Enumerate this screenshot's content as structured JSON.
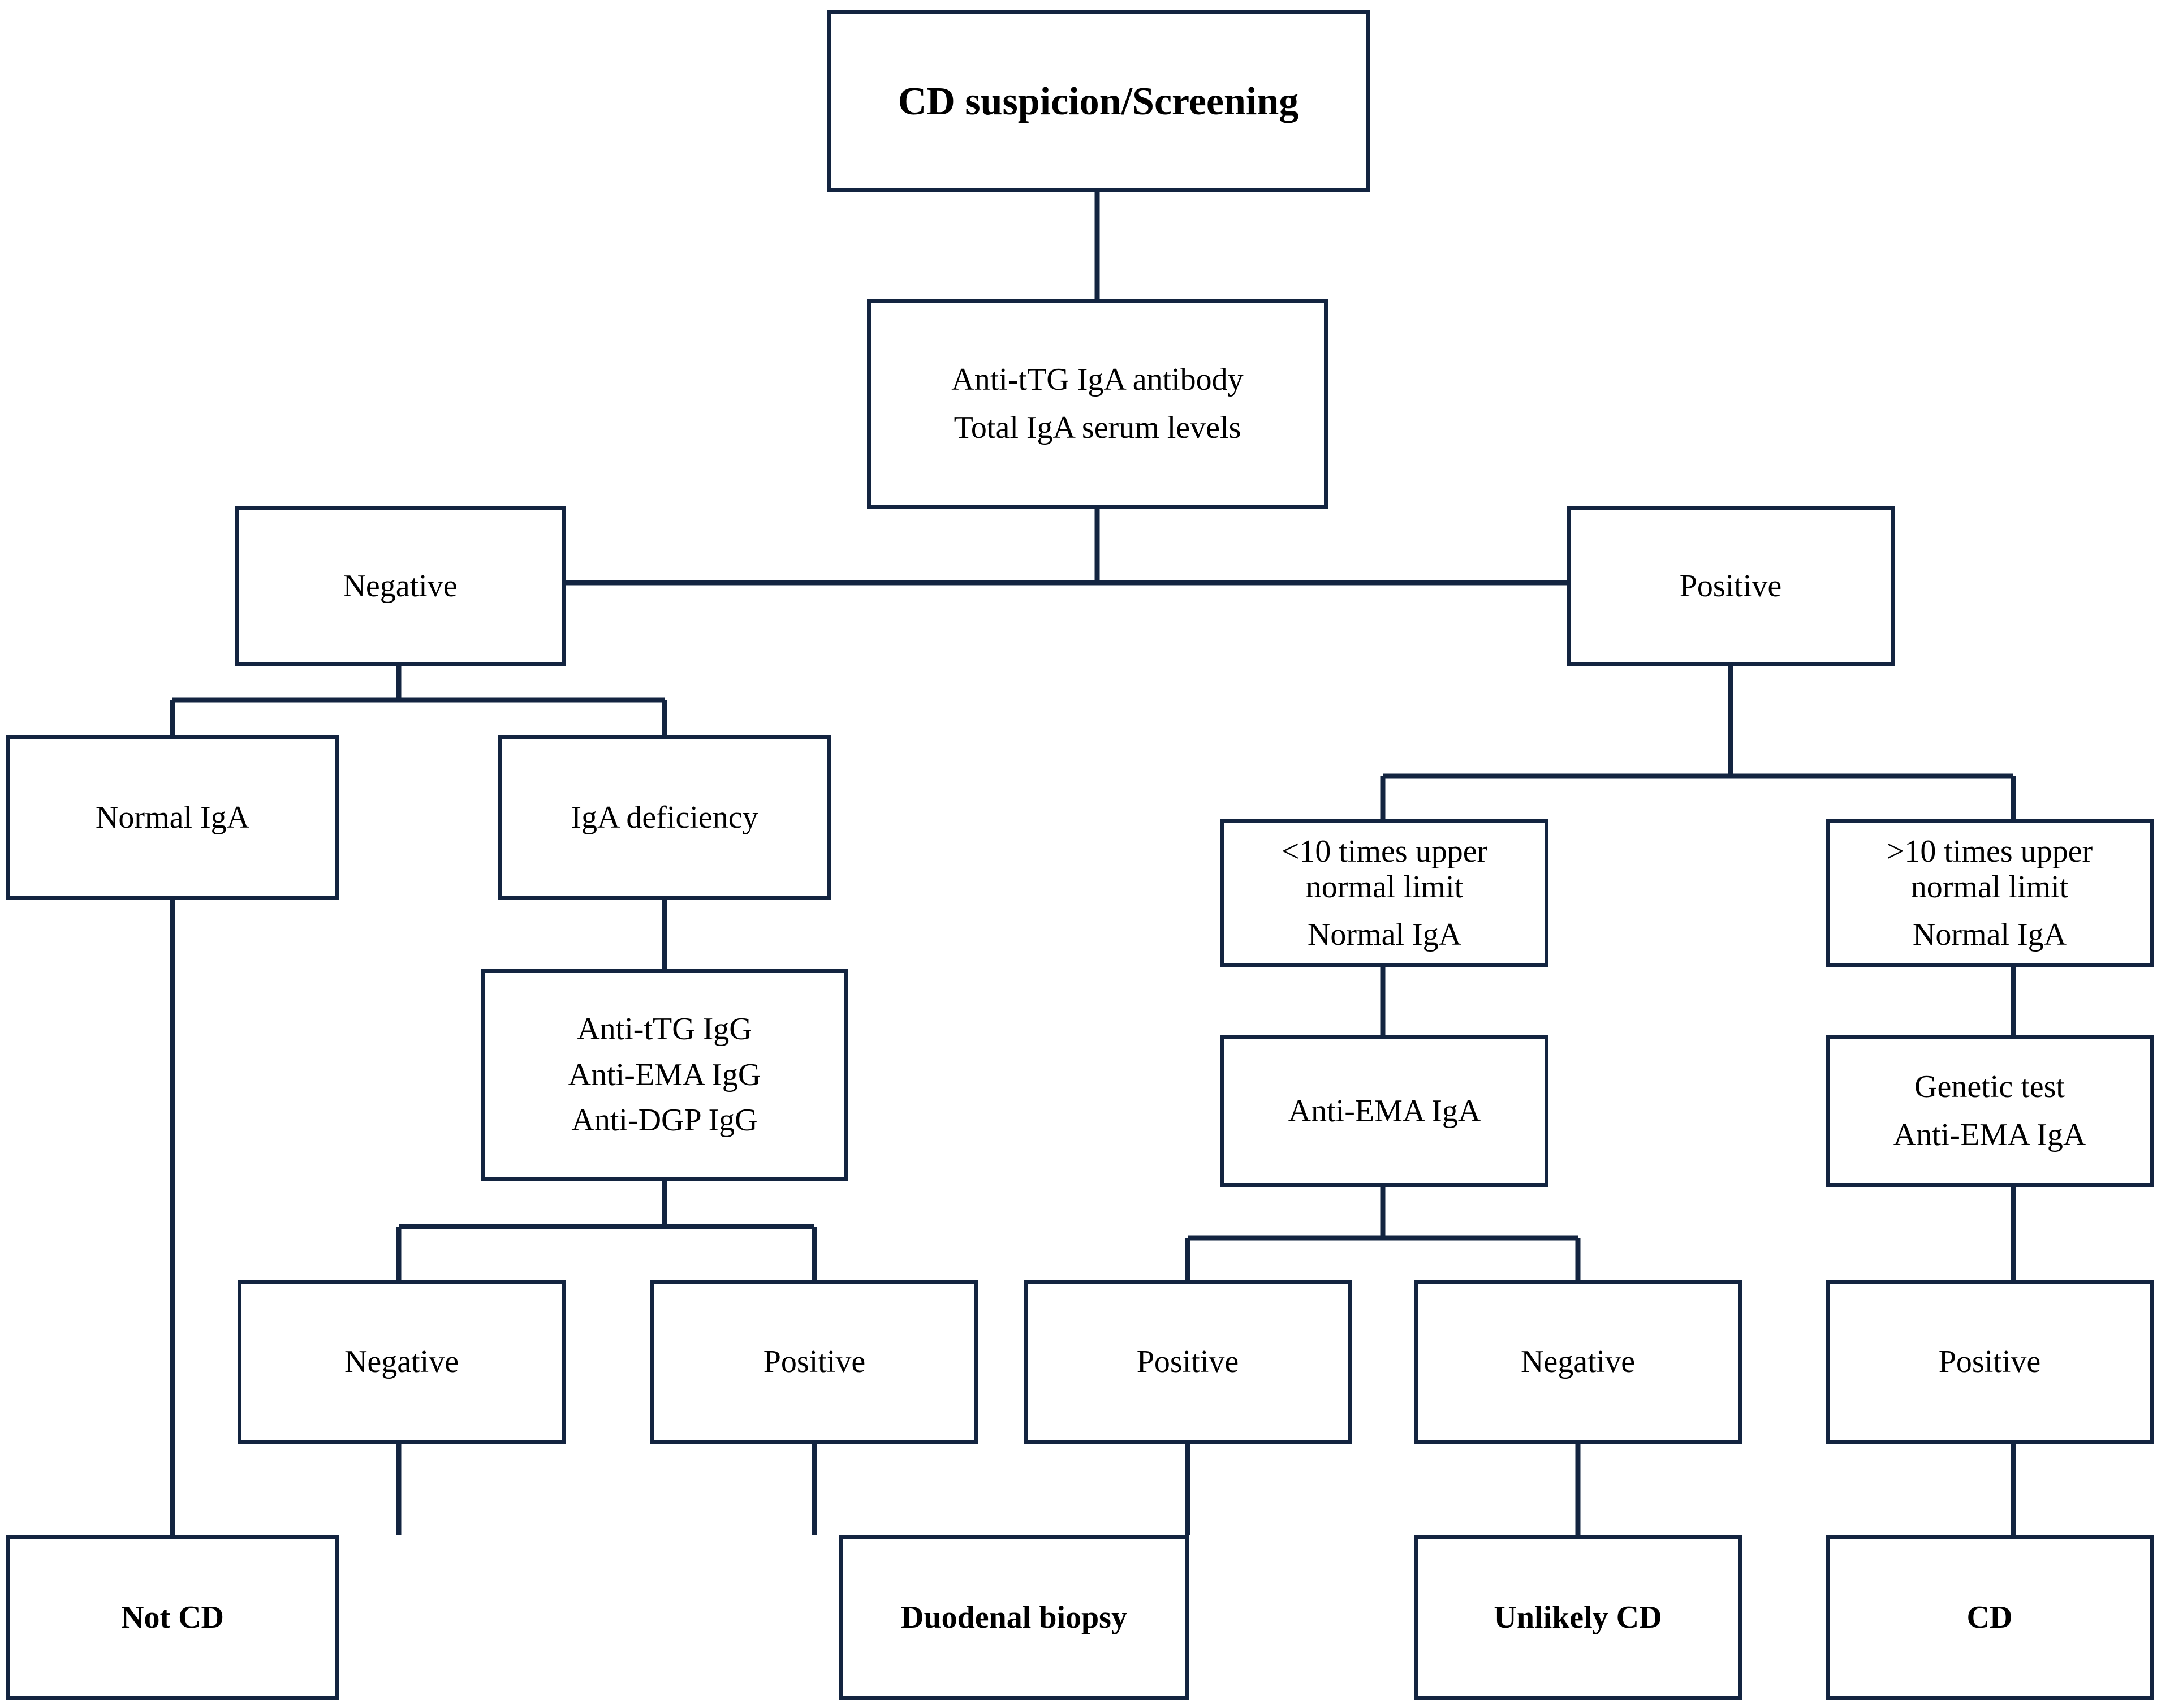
{
  "diagram": {
    "title": "Celiac disease (CD) diagnostic algorithm flowchart",
    "stroke_color": "#132440",
    "background_color": "#ffffff",
    "text_color": "#000000"
  },
  "nodes": {
    "root": {
      "lines": [
        "CD suspicion/Screening"
      ]
    },
    "serology": {
      "lines": [
        "Anti-tTG IgA antibody",
        "Total IgA serum levels"
      ]
    },
    "negative_top": {
      "lines": [
        "Negative"
      ]
    },
    "positive_top": {
      "lines": [
        "Positive"
      ]
    },
    "normal_iga": {
      "lines": [
        "Normal IgA"
      ]
    },
    "iga_deficiency": {
      "lines": [
        "IgA deficiency"
      ]
    },
    "igg_panel": {
      "lines": [
        "Anti-tTG IgG",
        "Anti-EMA IgG",
        "Anti-DGP IgG"
      ]
    },
    "lt10": {
      "lines": [
        "<10 times upper",
        "normal limit",
        "Normal IgA"
      ]
    },
    "gt10": {
      "lines": [
        ">10 times upper",
        "normal limit",
        "Normal IgA"
      ]
    },
    "ema_iga": {
      "lines": [
        "Anti-EMA IgA"
      ]
    },
    "genetic_ema": {
      "lines": [
        "Genetic test",
        "Anti-EMA IgA"
      ]
    },
    "igg_negative": {
      "lines": [
        "Negative"
      ]
    },
    "igg_positive": {
      "lines": [
        "Positive"
      ]
    },
    "ema_positive": {
      "lines": [
        "Positive"
      ]
    },
    "ema_negative": {
      "lines": [
        "Negative"
      ]
    },
    "genetic_positive": {
      "lines": [
        "Positive"
      ]
    },
    "not_cd": {
      "lines": [
        "Not CD"
      ]
    },
    "duodenal_biopsy": {
      "lines": [
        "Duodenal biopsy"
      ]
    },
    "unlikely_cd": {
      "lines": [
        "Unlikely CD"
      ]
    },
    "cd": {
      "lines": [
        "CD"
      ]
    }
  }
}
